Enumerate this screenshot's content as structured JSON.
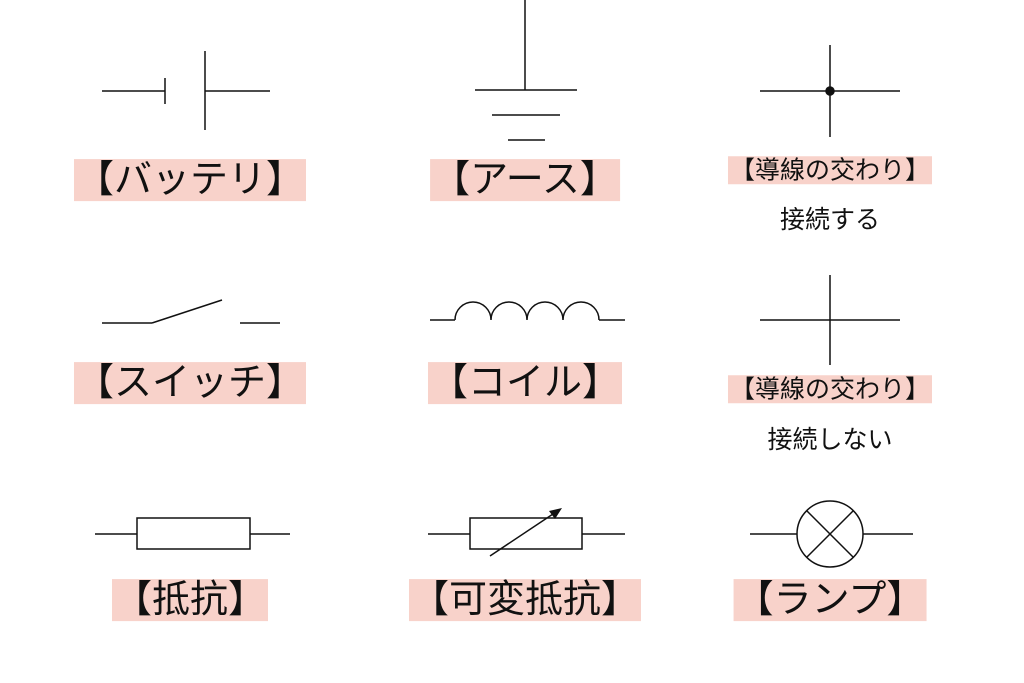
{
  "symbols": [
    {
      "id": "battery",
      "label": "【バッテリ】"
    },
    {
      "id": "earth",
      "label": "【アース】"
    },
    {
      "id": "junction-connected",
      "label": "【導線の交わり】",
      "note": "接続する"
    },
    {
      "id": "switch",
      "label": "【スイッチ】"
    },
    {
      "id": "coil",
      "label": "【コイル】"
    },
    {
      "id": "junction-not-connected",
      "label": "【導線の交わり】",
      "note": "接続しない"
    },
    {
      "id": "resistor",
      "label": "【抵抗】"
    },
    {
      "id": "variable-resistor",
      "label": "【可変抵抗】"
    },
    {
      "id": "lamp",
      "label": "【ランプ】"
    }
  ],
  "colors": {
    "highlight": "#f8d2ca",
    "line": "#111111"
  }
}
